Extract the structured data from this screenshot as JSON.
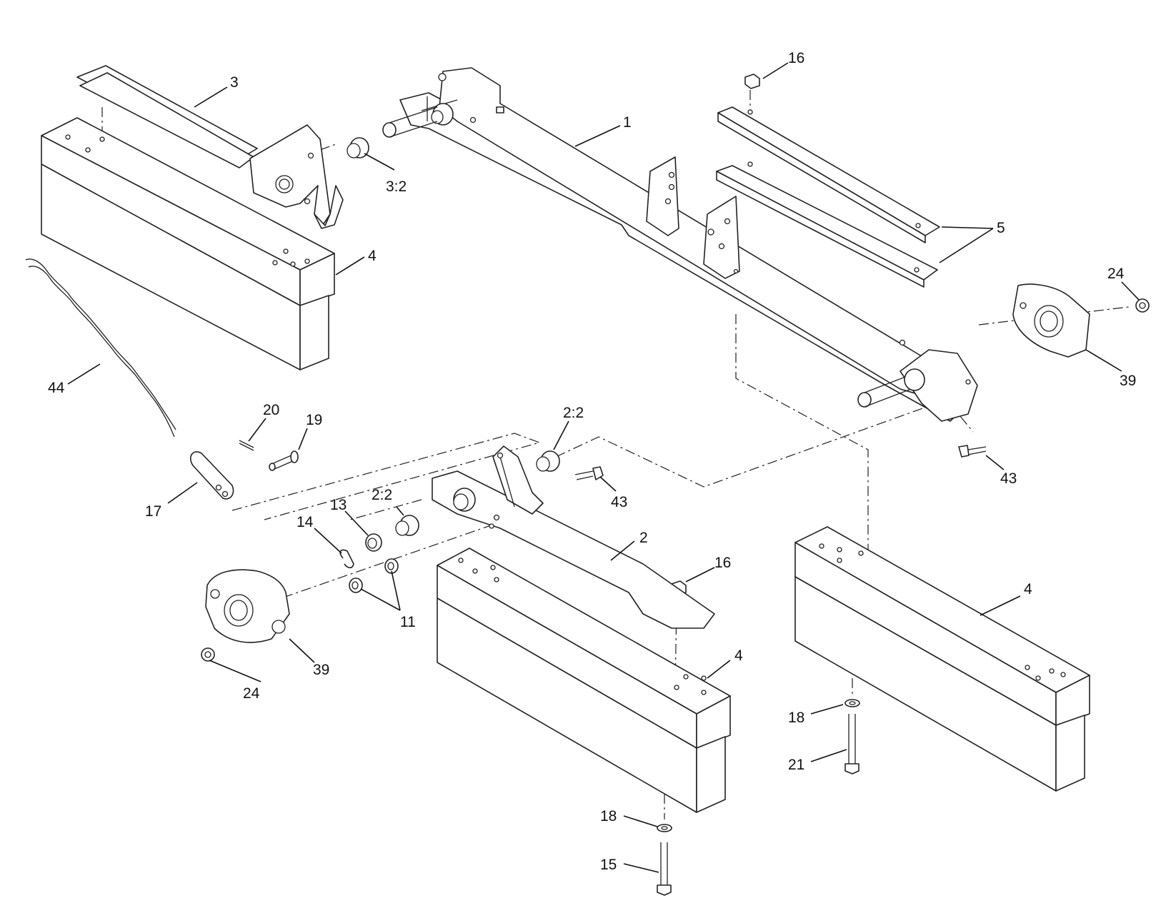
{
  "callouts": [
    {
      "id": "c1",
      "text": "1"
    },
    {
      "id": "c2",
      "text": "2"
    },
    {
      "id": "c22a",
      "text": "2:2"
    },
    {
      "id": "c22b",
      "text": "2:2"
    },
    {
      "id": "c3",
      "text": "3"
    },
    {
      "id": "c32",
      "text": "3:2"
    },
    {
      "id": "c4a",
      "text": "4"
    },
    {
      "id": "c4b",
      "text": "4"
    },
    {
      "id": "c4c",
      "text": "4"
    },
    {
      "id": "c5",
      "text": "5"
    },
    {
      "id": "c11",
      "text": "11"
    },
    {
      "id": "c13",
      "text": "13"
    },
    {
      "id": "c14",
      "text": "14"
    },
    {
      "id": "c15",
      "text": "15"
    },
    {
      "id": "c16a",
      "text": "16"
    },
    {
      "id": "c16b",
      "text": "16"
    },
    {
      "id": "c17",
      "text": "17"
    },
    {
      "id": "c18a",
      "text": "18"
    },
    {
      "id": "c18b",
      "text": "18"
    },
    {
      "id": "c19",
      "text": "19"
    },
    {
      "id": "c20",
      "text": "20"
    },
    {
      "id": "c21",
      "text": "21"
    },
    {
      "id": "c24a",
      "text": "24"
    },
    {
      "id": "c24b",
      "text": "24"
    },
    {
      "id": "c39a",
      "text": "39"
    },
    {
      "id": "c39b",
      "text": "39"
    },
    {
      "id": "c43a",
      "text": "43"
    },
    {
      "id": "c43b",
      "text": "43"
    },
    {
      "id": "c44",
      "text": "44"
    }
  ]
}
